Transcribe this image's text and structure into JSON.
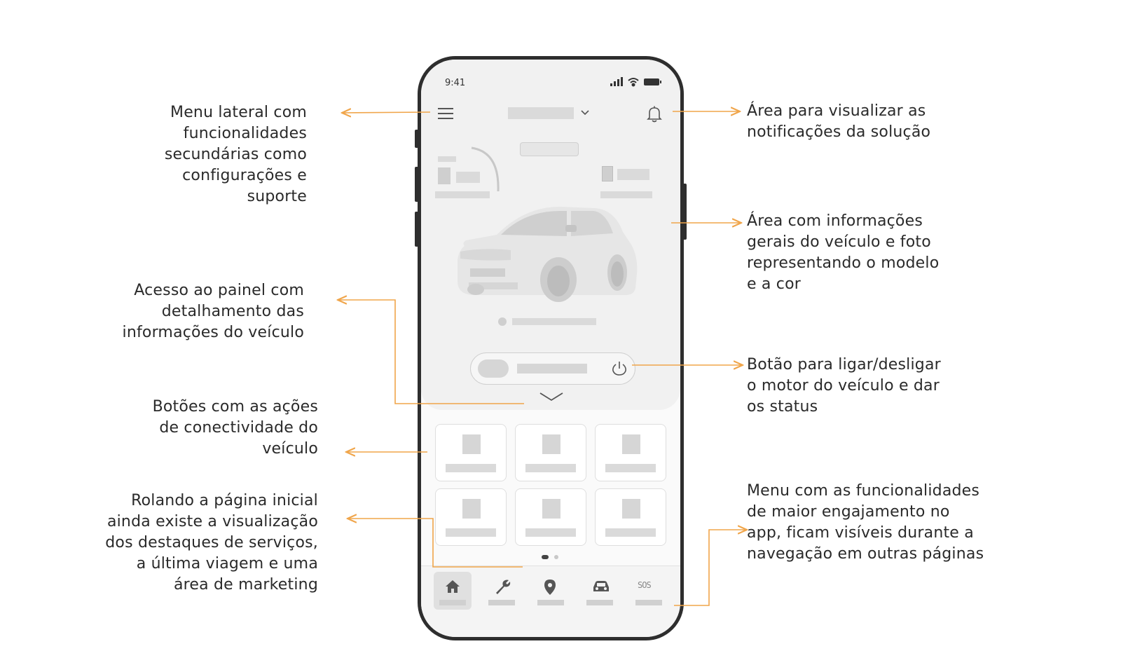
{
  "annotations": {
    "side_menu": "Menu lateral com\nfuncionalidades\nsecundárias como\nconfigurações e\nsuporte",
    "notifications": "Área para visualizar as\nnotificações da solução",
    "vehicle_info": "Área com informações\ngerais do veículo e foto\nrepresentando o modelo\ne a cor",
    "dashboard_access": "Acesso ao painel com\ndetalhamento das\ninformações do veículo",
    "engine_button": "Botão para ligar/desligar\no motor do veículo e dar\nos status",
    "connectivity_actions": "Botões com as ações\nde conectividade do\nveículo",
    "scroll_home": "Rolando a página inicial\nainda existe a visualização\ndos destaques de serviços,\na última viagem e uma\nárea de marketing",
    "bottom_menu": "Menu com as funcionalidades\nde maior engajamento no\napp, ficam visíveis durante a\nnavegação em outras páginas"
  },
  "phone": {
    "status_time": "9:41",
    "nav": [
      {
        "icon": "home-icon",
        "active": true
      },
      {
        "icon": "wrench-icon",
        "active": false
      },
      {
        "icon": "location-pin-icon",
        "active": false
      },
      {
        "icon": "car-icon",
        "active": false
      },
      {
        "icon": "sos-icon",
        "label": "SOS",
        "active": false
      }
    ]
  },
  "colors": {
    "arrow": "#f0a54a",
    "frame": "#2e2e2e",
    "placeholder": "#d6d6d6"
  }
}
